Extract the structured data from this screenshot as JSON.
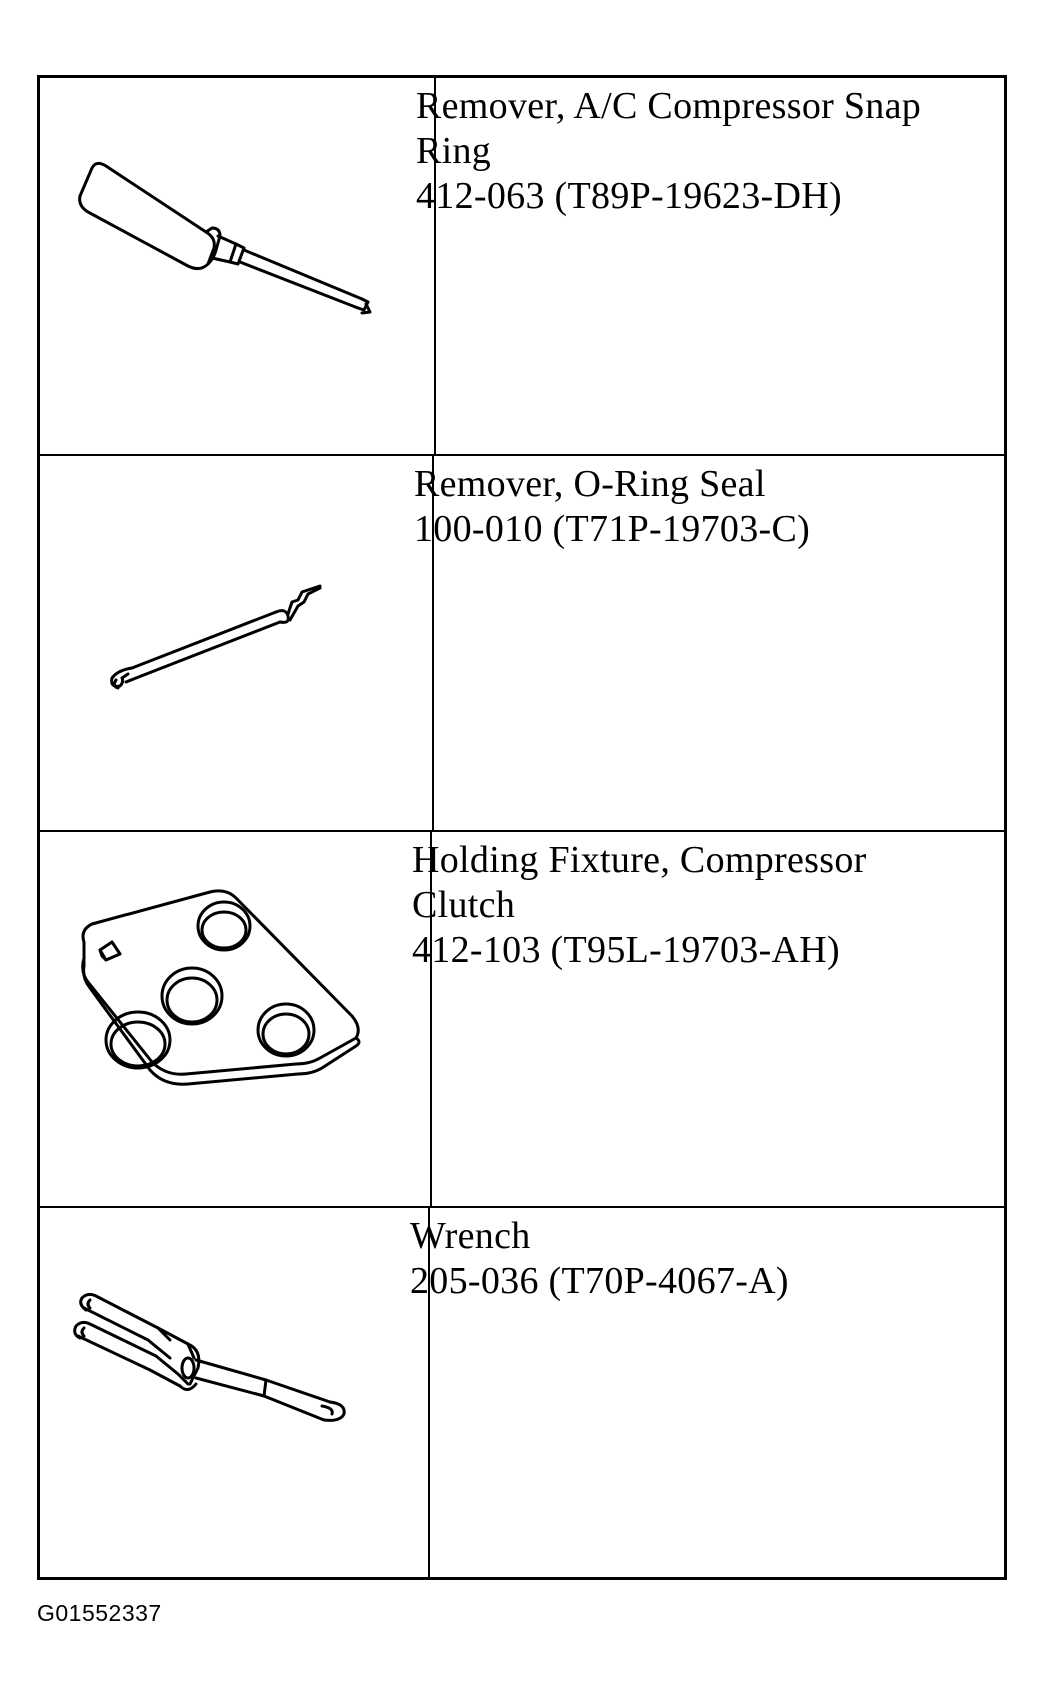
{
  "tools": [
    {
      "icon": "snap-ring-remover-icon",
      "name_lines": [
        "Remover, A/C Compressor Snap",
        "Ring"
      ],
      "part_number": "412-063 (T89P-19623-DH)"
    },
    {
      "icon": "o-ring-seal-remover-icon",
      "name_lines": [
        "Remover, O-Ring Seal"
      ],
      "part_number": "100-010 (T71P-19703-C)"
    },
    {
      "icon": "holding-fixture-icon",
      "name_lines": [
        "Holding Fixture, Compressor",
        "Clutch"
      ],
      "part_number": "412-103 (T95L-19703-AH)"
    },
    {
      "icon": "wrench-icon",
      "name_lines": [
        "Wrench"
      ],
      "part_number": "205-036 (T70P-4067-A)"
    }
  ],
  "figure_id": "G01552337"
}
